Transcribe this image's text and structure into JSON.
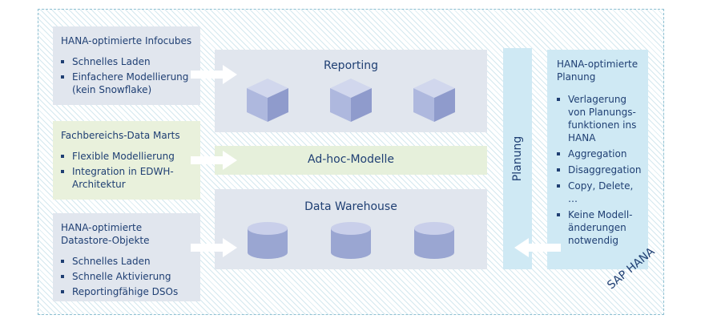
{
  "left_boxes": [
    {
      "title": "HANA-optimierte Infocubes",
      "items": [
        "Schnelles Laden",
        "Einfachere Modellierung (kein Snowflake)"
      ]
    },
    {
      "title": "Fachbereichs-Data Marts",
      "items": [
        "Flexible Modellierung",
        "Integration in EDWH-Architektur"
      ]
    },
    {
      "title": "HANA-optimierte Datastore-Objekte",
      "items": [
        "Schnelles Laden",
        "Schnelle Aktivierung",
        "Reportingfähige DSOs"
      ]
    }
  ],
  "center": {
    "reporting": "Reporting",
    "adhoc": "Ad-hoc-Modelle",
    "warehouse": "Data Warehouse"
  },
  "planung_bar": "Planung",
  "right_box": {
    "title": "HANA-optimierte Planung",
    "items": [
      "Verlagerung von Planungs-funktionen ins HANA",
      "Aggregation",
      "Disaggregation",
      "Copy, Delete, …",
      "Keine Modell-änderungen notwendig"
    ]
  },
  "platform_label": "SAP HANA",
  "colors": {
    "box_grey": "#e1e6ee",
    "box_green": "#e9f1dc",
    "planung_blue": "#cfe9f4",
    "text": "#1f3f73",
    "shape_front": "#9aa6d2",
    "shape_top": "#d1d7ed"
  }
}
